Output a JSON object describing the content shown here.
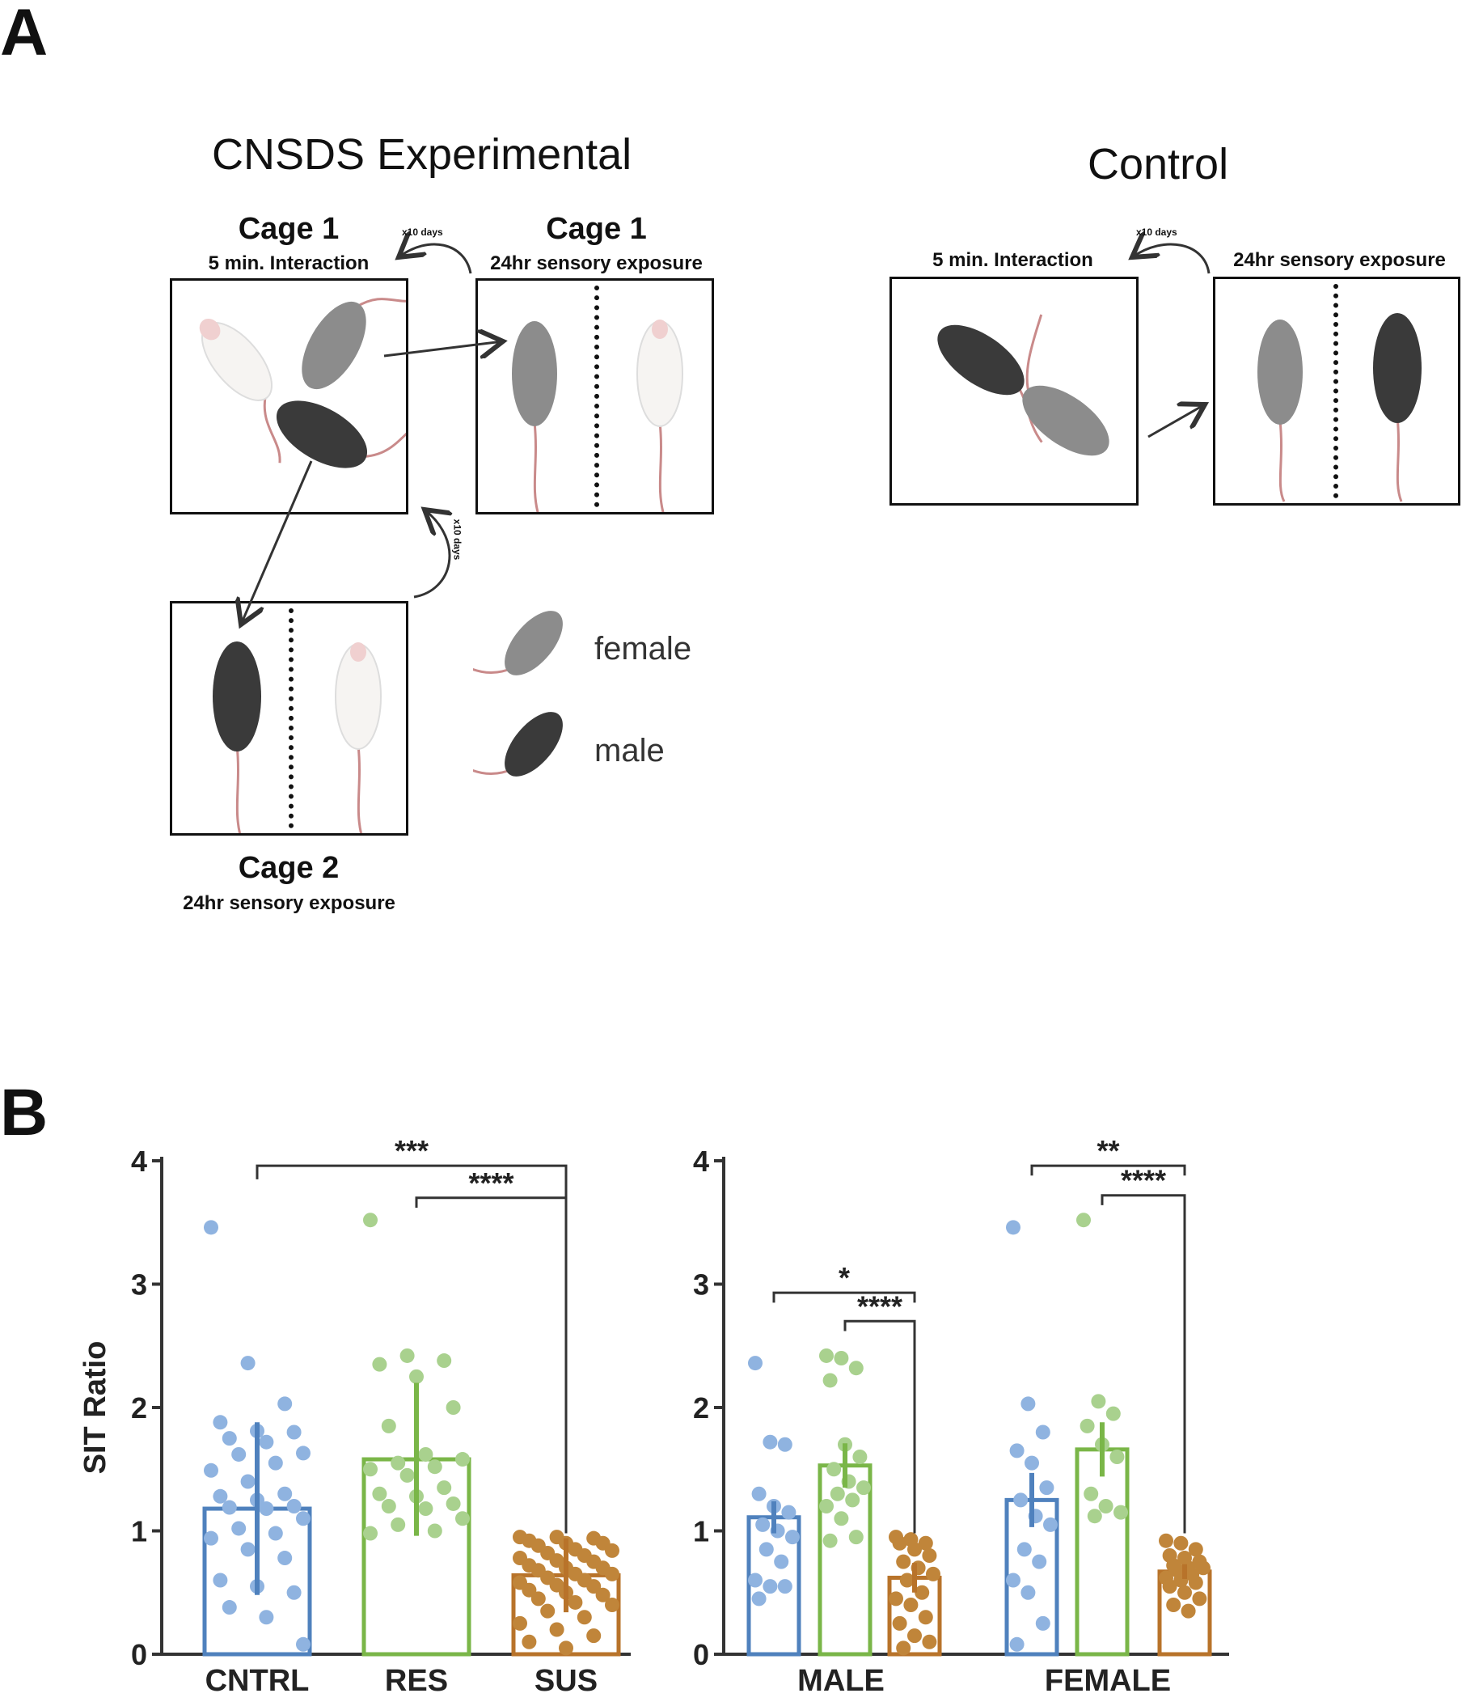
{
  "panel_a": {
    "label": "A",
    "experimental": {
      "title": "CNSDS Experimental",
      "cage1_interaction": {
        "title": "Cage 1",
        "subtitle": "5 min. Interaction"
      },
      "cage1_exposure": {
        "title": "Cage 1",
        "subtitle": "24hr sensory exposure"
      },
      "cage2_exposure": {
        "title": "Cage 2",
        "subtitle": "24hr sensory exposure"
      },
      "days_label": "x10 days"
    },
    "control": {
      "title": "Control",
      "interaction_subtitle": "5 min. Interaction",
      "exposure_subtitle": "24hr sensory exposure",
      "days_label": "x10 days"
    },
    "legend": {
      "female": "female",
      "male": "male"
    },
    "colors": {
      "female_mouse": "#8c8c8c",
      "male_mouse": "#3a3a3a",
      "white_mouse": "#f6f4f2",
      "tail": "#c98a8a"
    }
  },
  "panel_b": {
    "label": "B",
    "ylabel": "SIT Ratio"
  },
  "chart_data": [
    {
      "type": "bar",
      "title": "",
      "xlabel": "",
      "ylabel": "SIT Ratio",
      "ylim": [
        0,
        4
      ],
      "yticks": [
        "0",
        "1",
        "2",
        "3",
        "4"
      ],
      "categories": [
        "CNTRL",
        "RES",
        "SUS"
      ],
      "colors": [
        "#4f81bd",
        "#7ab648",
        "#b8732a"
      ],
      "point_colors": [
        "#8fb3e0",
        "#a9d18e",
        "#c0853a"
      ],
      "values": [
        1.18,
        1.58,
        0.64
      ],
      "error": [
        0.7,
        0.62,
        0.3
      ],
      "points": [
        [
          3.46,
          2.36,
          2.03,
          1.88,
          1.81,
          1.8,
          1.75,
          1.72,
          1.63,
          1.62,
          1.55,
          1.49,
          1.4,
          1.3,
          1.28,
          1.25,
          1.2,
          1.19,
          1.18,
          1.1,
          1.02,
          0.98,
          0.94,
          0.85,
          0.78,
          0.6,
          0.55,
          0.5,
          0.38,
          0.3,
          0.08
        ],
        [
          3.52,
          2.42,
          2.38,
          2.35,
          2.25,
          2.0,
          1.85,
          1.62,
          1.58,
          1.55,
          1.52,
          1.5,
          1.45,
          1.35,
          1.3,
          1.28,
          1.22,
          1.2,
          1.18,
          1.1,
          1.05,
          1.0,
          0.98
        ],
        [
          0.95,
          0.95,
          0.94,
          0.92,
          0.9,
          0.9,
          0.88,
          0.85,
          0.84,
          0.82,
          0.8,
          0.78,
          0.76,
          0.75,
          0.72,
          0.7,
          0.7,
          0.68,
          0.65,
          0.65,
          0.62,
          0.6,
          0.58,
          0.56,
          0.55,
          0.52,
          0.5,
          0.48,
          0.45,
          0.42,
          0.4,
          0.35,
          0.3,
          0.25,
          0.2,
          0.15,
          0.1,
          0.05
        ]
      ],
      "significance": [
        {
          "from": 0,
          "to": 2,
          "label": "***"
        },
        {
          "from": 1,
          "to": 2,
          "label": "****"
        }
      ]
    },
    {
      "type": "bar",
      "title": "",
      "xlabel": "",
      "ylabel": "",
      "ylim": [
        0,
        4
      ],
      "yticks": [
        "0",
        "1",
        "2",
        "3",
        "4"
      ],
      "groups": [
        "MALE",
        "FEMALE"
      ],
      "series": [
        {
          "colors": [
            "#4f81bd",
            "#7ab648",
            "#b8732a"
          ],
          "point_colors": [
            "#8fb3e0",
            "#a9d18e",
            "#c0853a"
          ],
          "values": [
            1.11,
            1.53,
            0.62
          ],
          "error": [
            0.13,
            0.18,
            0.12
          ],
          "points": [
            [
              2.36,
              1.72,
              1.7,
              1.3,
              1.2,
              1.15,
              1.05,
              1.0,
              0.95,
              0.85,
              0.75,
              0.6,
              0.55,
              0.55,
              0.45
            ],
            [
              2.42,
              2.4,
              2.32,
              2.22,
              1.7,
              1.6,
              1.5,
              1.4,
              1.35,
              1.3,
              1.25,
              1.2,
              1.1,
              0.95,
              0.92
            ],
            [
              0.95,
              0.93,
              0.9,
              0.9,
              0.85,
              0.8,
              0.75,
              0.7,
              0.65,
              0.6,
              0.5,
              0.45,
              0.4,
              0.3,
              0.25,
              0.15,
              0.1,
              0.05
            ]
          ]
        },
        {
          "colors": [
            "#4f81bd",
            "#7ab648",
            "#b8732a"
          ],
          "point_colors": [
            "#8fb3e0",
            "#a9d18e",
            "#c0853a"
          ],
          "values": [
            1.25,
            1.66,
            0.67
          ],
          "error": [
            0.22,
            0.22,
            0.06
          ],
          "points": [
            [
              3.46,
              2.03,
              1.8,
              1.65,
              1.55,
              1.35,
              1.25,
              1.12,
              1.05,
              0.85,
              0.75,
              0.6,
              0.5,
              0.25,
              0.08
            ],
            [
              3.52,
              2.05,
              1.95,
              1.85,
              1.7,
              1.6,
              1.3,
              1.2,
              1.15,
              1.12
            ],
            [
              0.92,
              0.9,
              0.85,
              0.8,
              0.78,
              0.75,
              0.72,
              0.7,
              0.7,
              0.68,
              0.65,
              0.62,
              0.6,
              0.58,
              0.55,
              0.5,
              0.45,
              0.4,
              0.35
            ]
          ]
        }
      ],
      "significance": [
        {
          "group": 0,
          "from": 0,
          "to": 2,
          "label": "*"
        },
        {
          "group": 0,
          "from": 1,
          "to": 2,
          "label": "****"
        },
        {
          "group": 1,
          "from": 0,
          "to": 2,
          "label": "**"
        },
        {
          "group": 1,
          "from": 1,
          "to": 2,
          "label": "****"
        }
      ]
    }
  ]
}
